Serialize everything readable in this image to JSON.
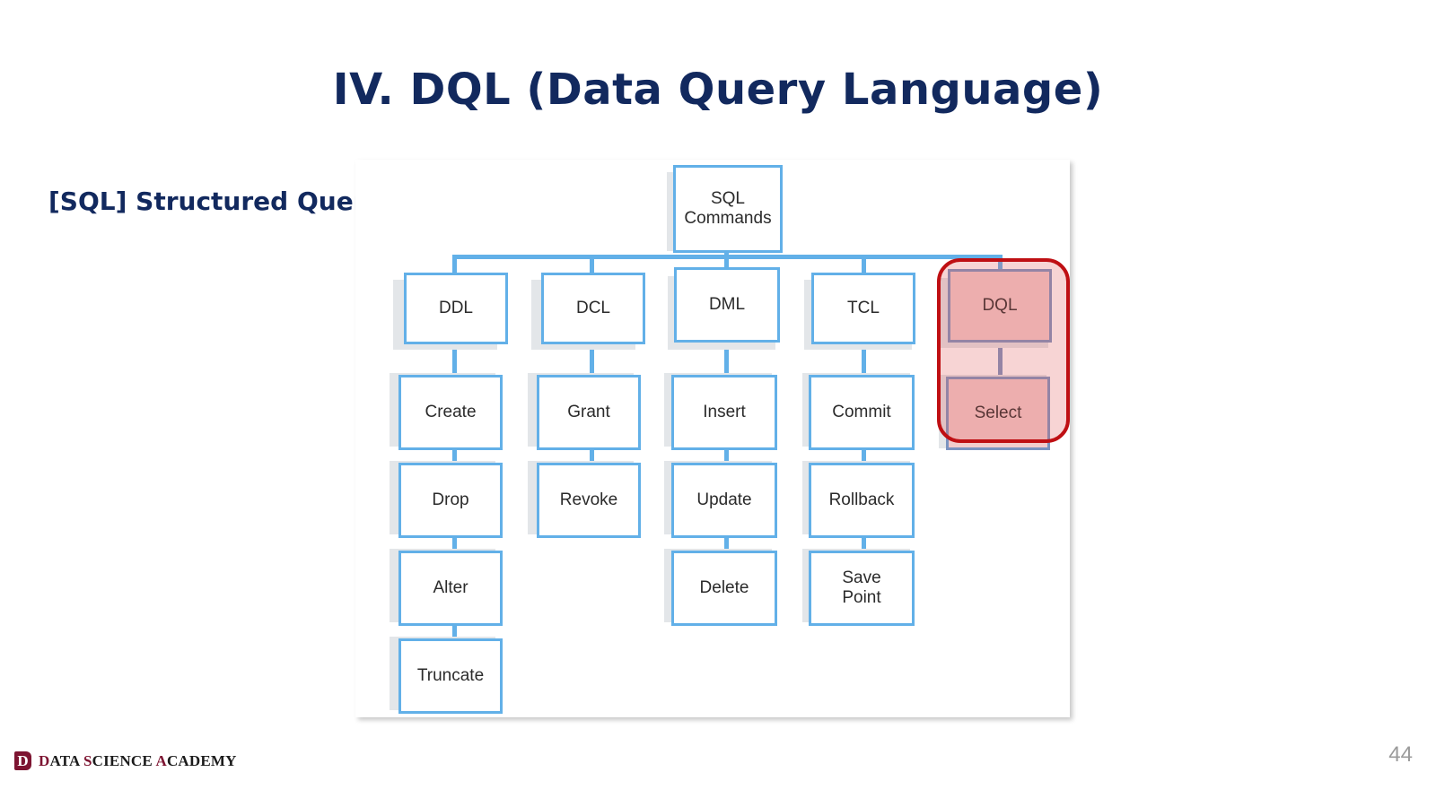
{
  "slide": {
    "title": "IV. DQL (Data Query Language)",
    "subtitle": "[SQL] Structured Query Language",
    "page_number": "44",
    "title_color": "#12295e",
    "background": "#ffffff"
  },
  "footer": {
    "logo_mark": "D",
    "logo_text_parts": [
      "D",
      "ATA ",
      "S",
      "CIENCE ",
      "A",
      "CADEMY"
    ],
    "logo_full_text": "DATA SCIENCE ACADEMY",
    "logo_color": "#7d1431"
  },
  "diagram": {
    "type": "tree",
    "node_border_color": "#62b0e8",
    "node_fill": "#ffffff",
    "shadow_color": "#e3e6e9",
    "highlight_border_color": "#bf0f13",
    "highlight_fill_color": "rgba(226,90,90,0.26)",
    "root": {
      "label": "SQL Commands",
      "line1": "SQL",
      "line2": "Commands"
    },
    "branches": [
      {
        "id": "ddl",
        "label": "DDL",
        "highlighted": false,
        "children": [
          "Create",
          "Drop",
          "Alter",
          "Truncate"
        ]
      },
      {
        "id": "dcl",
        "label": "DCL",
        "highlighted": false,
        "children": [
          "Grant",
          "Revoke"
        ]
      },
      {
        "id": "dml",
        "label": "DML",
        "highlighted": false,
        "children": [
          "Insert",
          "Update",
          "Delete"
        ]
      },
      {
        "id": "tcl",
        "label": "TCL",
        "highlighted": false,
        "children": [
          "Commit",
          "Rollback",
          "Save Point"
        ]
      },
      {
        "id": "dql",
        "label": "DQL",
        "highlighted": true,
        "children": [
          "Select"
        ]
      }
    ],
    "nodes": {
      "root": "SQL Commands",
      "ddl": "DDL",
      "dcl": "DCL",
      "dml": "DML",
      "tcl": "TCL",
      "dql": "DQL",
      "create": "Create",
      "drop": "Drop",
      "alter": "Alter",
      "truncate": "Truncate",
      "grant": "Grant",
      "revoke": "Revoke",
      "insert": "Insert",
      "update": "Update",
      "delete": "Delete",
      "commit": "Commit",
      "rollback": "Rollback",
      "savepoint_line1": "Save",
      "savepoint_line2": "Point",
      "select": "Select"
    }
  }
}
